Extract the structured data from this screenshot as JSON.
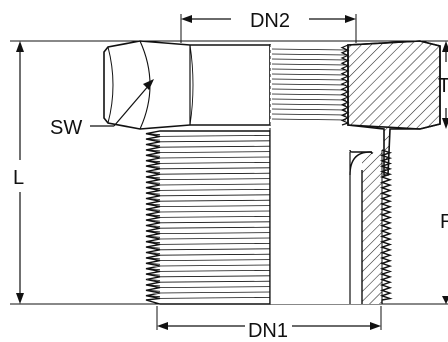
{
  "labels": {
    "dn2": "DN2",
    "dn1": "DN1",
    "sw": "SW",
    "l": "L",
    "t_partial": "T",
    "r_partial": "R"
  },
  "colors": {
    "ink": "#111111",
    "paper": "#ffffff",
    "hatch": "#222222"
  }
}
